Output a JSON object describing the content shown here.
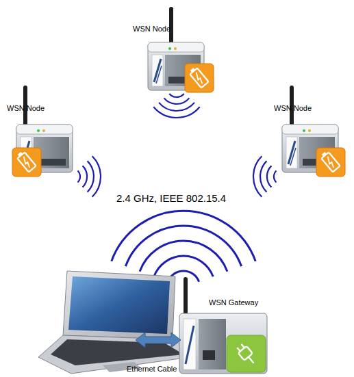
{
  "diagram": {
    "nodes": [
      {
        "text": [
          "WSN Node"
        ]
      },
      {
        "text": [
          "WSN Node"
        ]
      },
      {
        "text": [
          "WSN Node"
        ]
      },
      {
        "text": [
          "WSN Gateway"
        ]
      }
    ],
    "labels": [
      "2.4 GHz, IEEE 802.15.4",
      "Ethernet Cable"
    ]
  }
}
